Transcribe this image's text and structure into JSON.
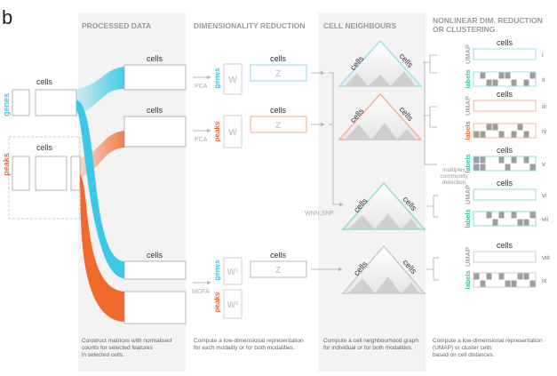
{
  "panel_letter": "b",
  "columns": {
    "processed": "PROCESSED DATA",
    "dimred": "DIMENSIONALITY REDUCTION",
    "neighbours": "CELL NEIGHBOURS",
    "nonlinear_1": "NONLINEAR DIM. REDUCTION",
    "nonlinear_2": "OR CLUSTERING"
  },
  "labels": {
    "cells": "cells",
    "genes": "genes",
    "peaks": "peaks",
    "W": "W",
    "W1": "W¹",
    "W2": "W²",
    "Z": "Z",
    "PCA": "PCA",
    "MOFA": "MOFA",
    "WNN_SNF": "WNN,SNF",
    "UMAP": "UMAP",
    "labels": "labels",
    "multiplex_1": "multiplex",
    "multiplex_2": "community",
    "multiplex_3": "detection"
  },
  "numerals": [
    "i",
    "ii",
    "iii",
    "iv",
    "v",
    "vi",
    "vii",
    "viii",
    "ix"
  ],
  "captions": {
    "processed": [
      "Construct matrices with normalised",
      "counts for selected features",
      "in selected cells."
    ],
    "dimred": [
      "Compute a low-dimensional representation",
      "for each modality or for both modalities."
    ],
    "neighbours": [
      "Compute a cell neighbourhood graph",
      "for individual or for both modalities."
    ],
    "nonlinear": [
      "Compute a low-dimensional representation",
      "(UMAP) or cluster cells",
      "based on cell distances."
    ]
  },
  "colors": {
    "genes": "#3cc8e6",
    "peaks": "#f06a2e",
    "column_bg": "#f3f3f3",
    "header_text": "#9a9a9a",
    "caption_text": "#666666",
    "label_teal": "#31c3a6"
  }
}
